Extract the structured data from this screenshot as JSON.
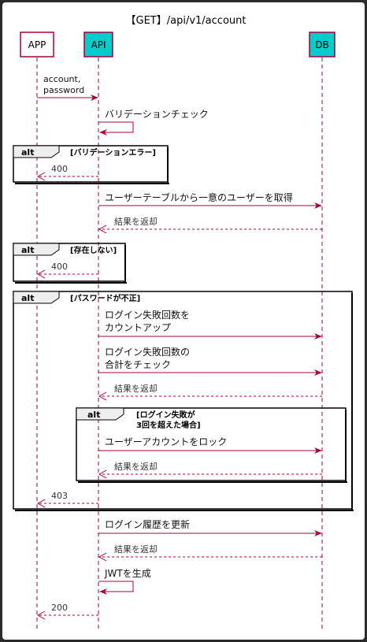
{
  "title": "【GET】/api/v1/account",
  "participants": [
    {
      "id": "app",
      "label": "APP",
      "fill": "#ffffff"
    },
    {
      "id": "api",
      "label": "API",
      "fill": "#00cccc"
    },
    {
      "id": "db",
      "label": "DB",
      "fill": "#00cccc"
    }
  ],
  "colors": {
    "arrow": "#a80036",
    "box_border": "#a80036",
    "accent": "#00cccc"
  },
  "messages": {
    "m1a": "account,",
    "m1b": "password",
    "m2": "バリデーションチェック",
    "m3": "400",
    "m4": "ユーザーテーブルから一意のユーザーを取得",
    "m5": "結果を返却",
    "m6": "400",
    "m7a": "ログイン失敗回数を",
    "m7b": "カウントアップ",
    "m8a": "ログイン失敗回数の",
    "m8b": "合計をチェック",
    "m9": "結果を返却",
    "m10": "ユーザーアカウントをロック",
    "m11": "結果を返却",
    "m12": "403",
    "m13": "ログイン履歴を更新",
    "m14": "結果を返却",
    "m15": "JWTを生成",
    "m16": "200"
  },
  "alts": {
    "a1": {
      "keyword": "alt",
      "condition": "[バリデーションエラー]"
    },
    "a2": {
      "keyword": "alt",
      "condition": "[存在しない]"
    },
    "a3": {
      "keyword": "alt",
      "condition": "[パスワードが不正]"
    },
    "a4": {
      "keyword": "alt",
      "condition_a": "[ログイン失敗が",
      "condition_b": "3回を超えた場合]"
    }
  }
}
